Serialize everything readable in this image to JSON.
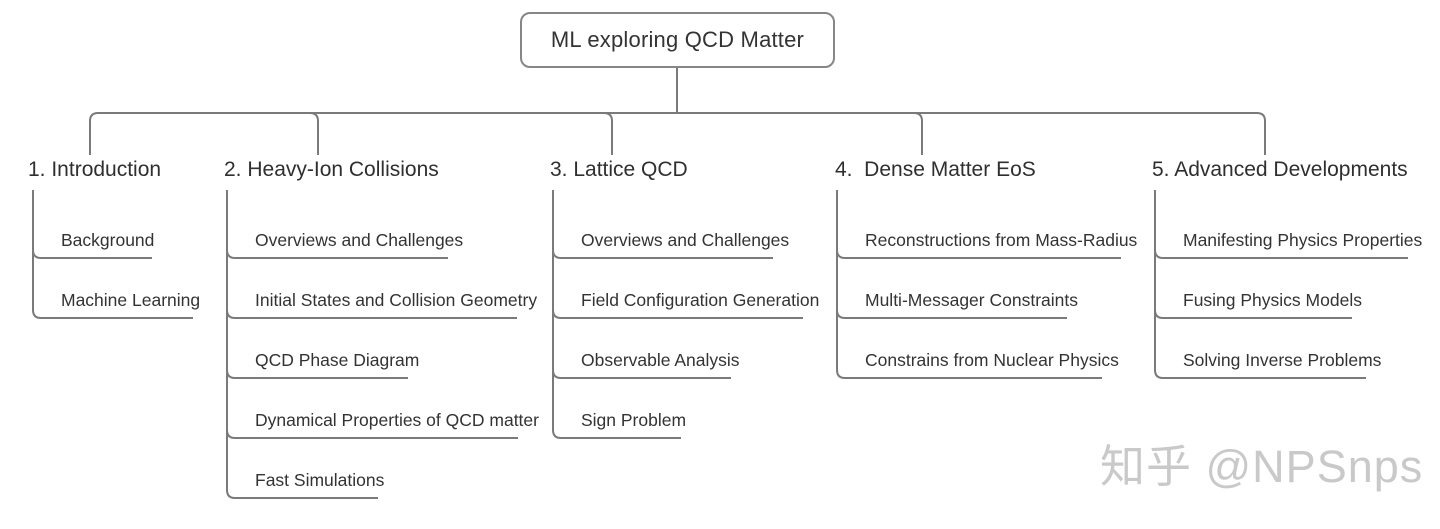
{
  "diagram": {
    "root": {
      "label": "ML exploring QCD Matter"
    },
    "branches": [
      {
        "label": "1. Introduction",
        "children": [
          {
            "label": "Background"
          },
          {
            "label": "Machine Learning"
          }
        ]
      },
      {
        "label": "2. Heavy-Ion Collisions",
        "children": [
          {
            "label": "Overviews and Challenges"
          },
          {
            "label": "Initial States and Collision Geometry"
          },
          {
            "label": "QCD Phase Diagram"
          },
          {
            "label": "Dynamical Properties of QCD matter"
          },
          {
            "label": "Fast Simulations"
          }
        ]
      },
      {
        "label": "3. Lattice QCD",
        "children": [
          {
            "label": "Overviews and Challenges"
          },
          {
            "label": "Field Configuration Generation"
          },
          {
            "label": "Observable Analysis"
          },
          {
            "label": "Sign Problem"
          }
        ]
      },
      {
        "label": "4.  Dense Matter EoS",
        "children": [
          {
            "label": "Reconstructions from Mass-Radius"
          },
          {
            "label": "Multi-Messager Constraints"
          },
          {
            "label": "Constrains from Nuclear Physics"
          }
        ]
      },
      {
        "label": "5. Advanced Developments",
        "children": [
          {
            "label": "Manifesting Physics Properties"
          },
          {
            "label": "Fusing Physics Models"
          },
          {
            "label": "Solving Inverse Problems"
          }
        ]
      }
    ]
  },
  "watermark": {
    "text": "知乎 @NPSnps"
  },
  "colors": {
    "line": "#7a7a7a",
    "node_border": "#868686",
    "text": "#333333",
    "watermark": "#c9c9c9",
    "background": "#ffffff"
  }
}
